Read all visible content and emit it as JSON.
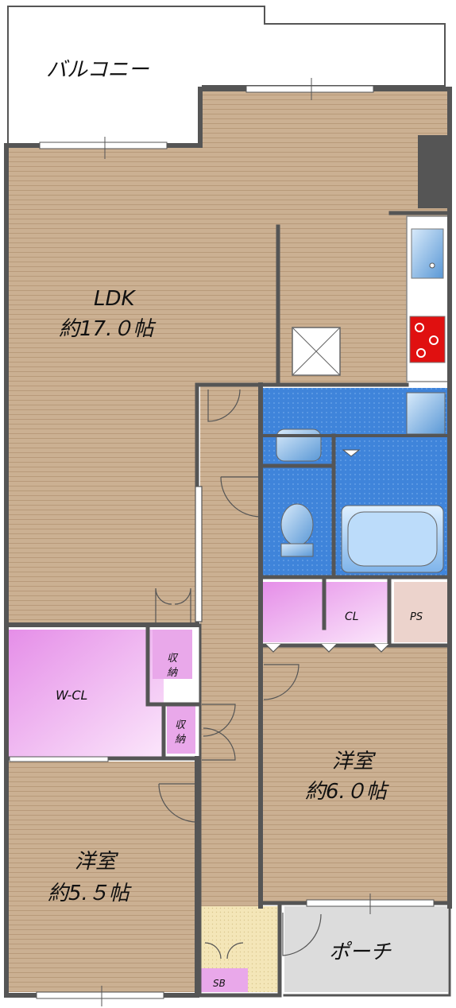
{
  "rooms": {
    "balcony": "バルコニー",
    "ldk_name": "LDK",
    "ldk_size": "約17.０帖",
    "wcl": "W-CL",
    "storage1_line1": "収",
    "storage1_line2": "納",
    "storage2_line1": "収",
    "storage2_line2": "納",
    "cl": "CL",
    "ps": "PS",
    "western1_name": "洋室",
    "western1_size": "約6.０帖",
    "western2_name": "洋室",
    "western2_size": "約5.５帖",
    "porch": "ポーチ",
    "sb": "SB"
  },
  "colors": {
    "floor": "#c9ac8c",
    "wall": "#555555",
    "closet": "#e9a8ea",
    "wet": "#3b7fd6",
    "ps": "#ecd3cc",
    "porch": "#dcdcdc",
    "entry": "#f3e4b3"
  }
}
